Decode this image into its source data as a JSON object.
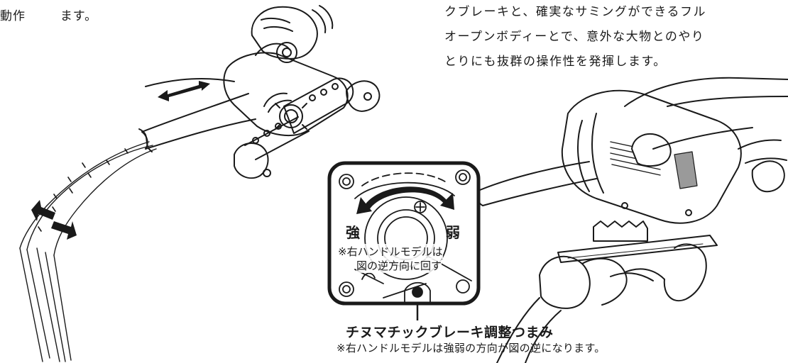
{
  "top_left_text": {
    "part1": "動作",
    "part2": "ます。"
  },
  "description": {
    "lines": [
      "クブレーキと、確実なサミングができるフル",
      "オープンボディーとで、意外な大物とのやり",
      "とりにも抜群の操作性を発揮します。"
    ]
  },
  "dial": {
    "strong_label": "強",
    "weak_label": "弱",
    "note_line1": "※右ハンドルモデルは",
    "note_line2": "図の逆方向に回す"
  },
  "knob_caption": {
    "title": "チヌマチックブレーキ調整つまみ",
    "note": "※右ハンドルモデルは強弱の方向が図の逆になります。"
  },
  "colors": {
    "ink": "#1a1a1a",
    "line_gray": "#7a7a7a",
    "accent_gray": "#9a9a9a",
    "paper": "#ffffff"
  }
}
